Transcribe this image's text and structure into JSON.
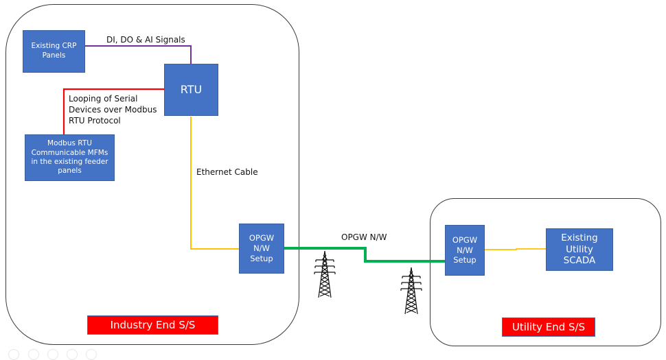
{
  "zones": {
    "industry": {
      "label": "Industry End S/S"
    },
    "utility": {
      "label": "Utility End S/S"
    }
  },
  "nodes": {
    "crp": "Existing CRP\nPanels",
    "rtu": "RTU",
    "mfm": "Modbus RTU\nCommunicable MFMs\nin the existing feeder\npanels",
    "opgw_industry": "OPGW\nN/W\nSetup",
    "opgw_utility": "OPGW\nN/W\nSetup",
    "scada": "Existing\nUtility\nSCADA"
  },
  "links": {
    "signals": {
      "label": "DI, DO & AI Signals",
      "color": "#7030a0"
    },
    "modbus": {
      "label": "Looping of Serial\nDevices over Modbus\nRTU Protocol",
      "color": "#ff0000"
    },
    "ethernet": {
      "label": "Ethernet Cable",
      "color": "#ffc000"
    },
    "opgw": {
      "label": "OPGW N/W",
      "color": "#00b050"
    },
    "utility_link": {
      "color": "#ffc000"
    }
  },
  "icons": [
    "transmission-tower-icon",
    "transmission-tower-icon"
  ]
}
